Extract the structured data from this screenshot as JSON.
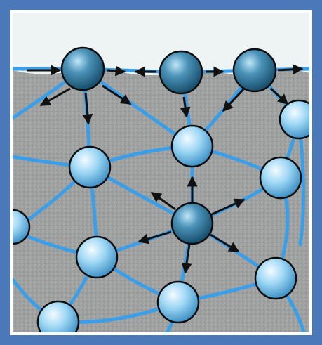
{
  "diagram": {
    "colors": {
      "frame": "#4a78b8",
      "sky": "#eef3f4",
      "ground": "#9ea0a0",
      "edge": "#3b9ee8",
      "arrow": "#111111",
      "node_light": "#8fd0f2",
      "node_dark": "#2d6f94"
    },
    "nodes": [
      {
        "id": "top-left",
        "shade": "dark"
      },
      {
        "id": "top-middle",
        "shade": "dark"
      },
      {
        "id": "top-right",
        "shade": "dark"
      },
      {
        "id": "right-edge-top",
        "shade": "light"
      },
      {
        "id": "left-middle",
        "shade": "light"
      },
      {
        "id": "center-upper",
        "shade": "light"
      },
      {
        "id": "right-middle",
        "shade": "light"
      },
      {
        "id": "left-edge",
        "shade": "light"
      },
      {
        "id": "center-hub",
        "shade": "dark"
      },
      {
        "id": "lower-left",
        "shade": "light"
      },
      {
        "id": "lower-right",
        "shade": "light"
      },
      {
        "id": "bottom-center",
        "shade": "light"
      },
      {
        "id": "bottom-left",
        "shade": "light"
      }
    ]
  }
}
